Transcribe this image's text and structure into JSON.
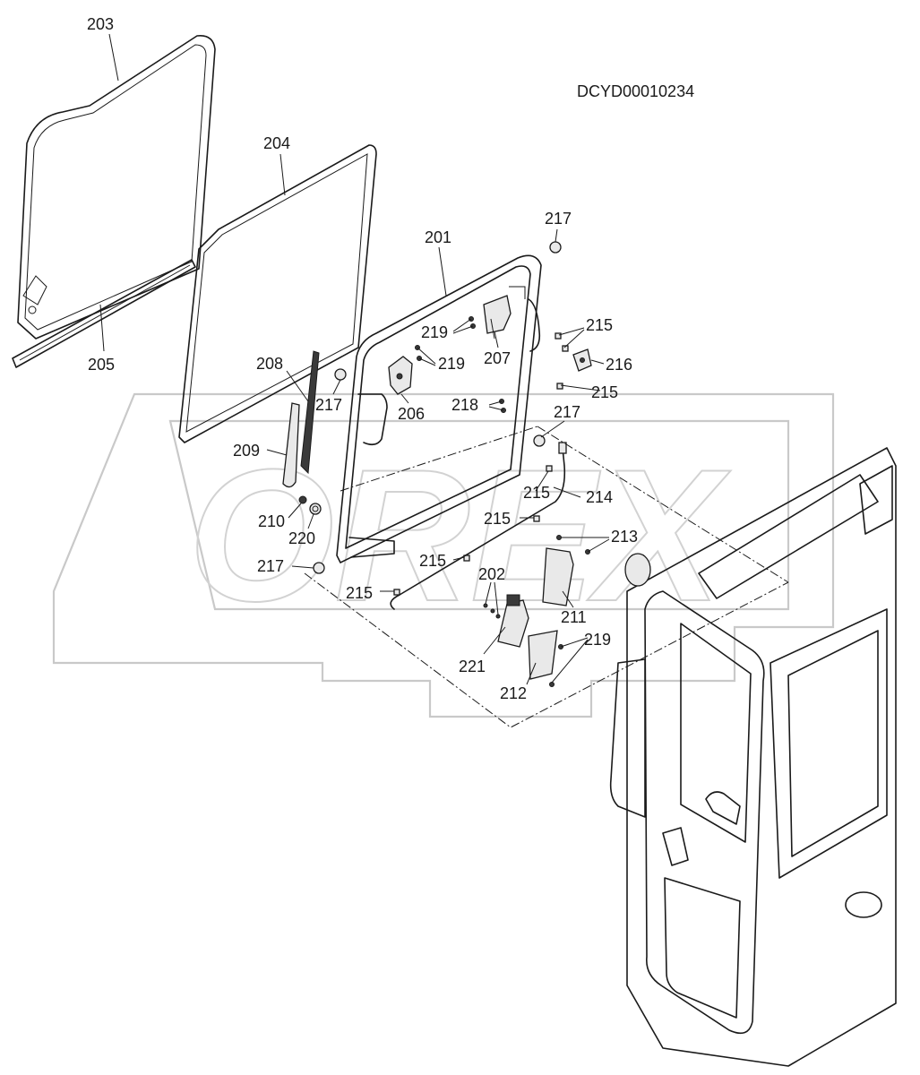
{
  "diagram_code": "DCYD00010234",
  "watermark_text": "OREX",
  "colors": {
    "line": "#1a1a1a",
    "watermark": "#c9c9c9",
    "background": "#ffffff"
  },
  "callouts": [
    "203",
    "204",
    "201",
    "217",
    "205",
    "219",
    "207",
    "215",
    "216",
    "219",
    "208",
    "217",
    "206",
    "218",
    "215",
    "217",
    "209",
    "214",
    "215",
    "210",
    "215",
    "213",
    "220",
    "215",
    "217",
    "215",
    "202",
    "211",
    "219",
    "221",
    "212"
  ]
}
